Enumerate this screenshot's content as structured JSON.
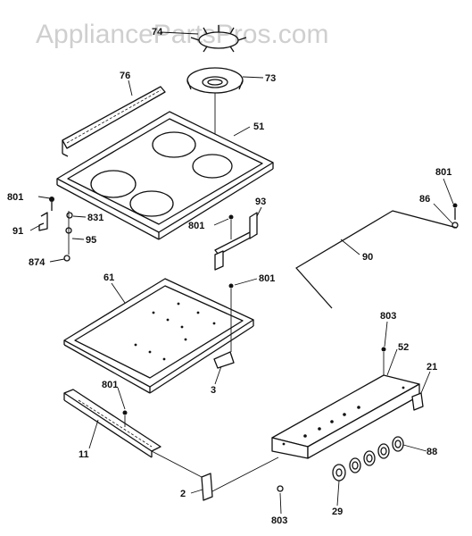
{
  "watermark": "AppliancePartsPros.com",
  "callouts": {
    "p74": "74",
    "p73": "73",
    "p76": "76",
    "p51": "51",
    "p801a": "801",
    "p831": "831",
    "p91": "91",
    "p95": "95",
    "p874": "874",
    "p93": "93",
    "p801b": "801",
    "p801c": "801",
    "p801d": "801",
    "p86": "86",
    "p90": "90",
    "p61": "61",
    "p3": "3",
    "p803a": "803",
    "p52": "52",
    "p21": "21",
    "p801e": "801",
    "p11": "11",
    "p88": "88",
    "p2": "2",
    "p29": "29",
    "p803b": "803"
  }
}
